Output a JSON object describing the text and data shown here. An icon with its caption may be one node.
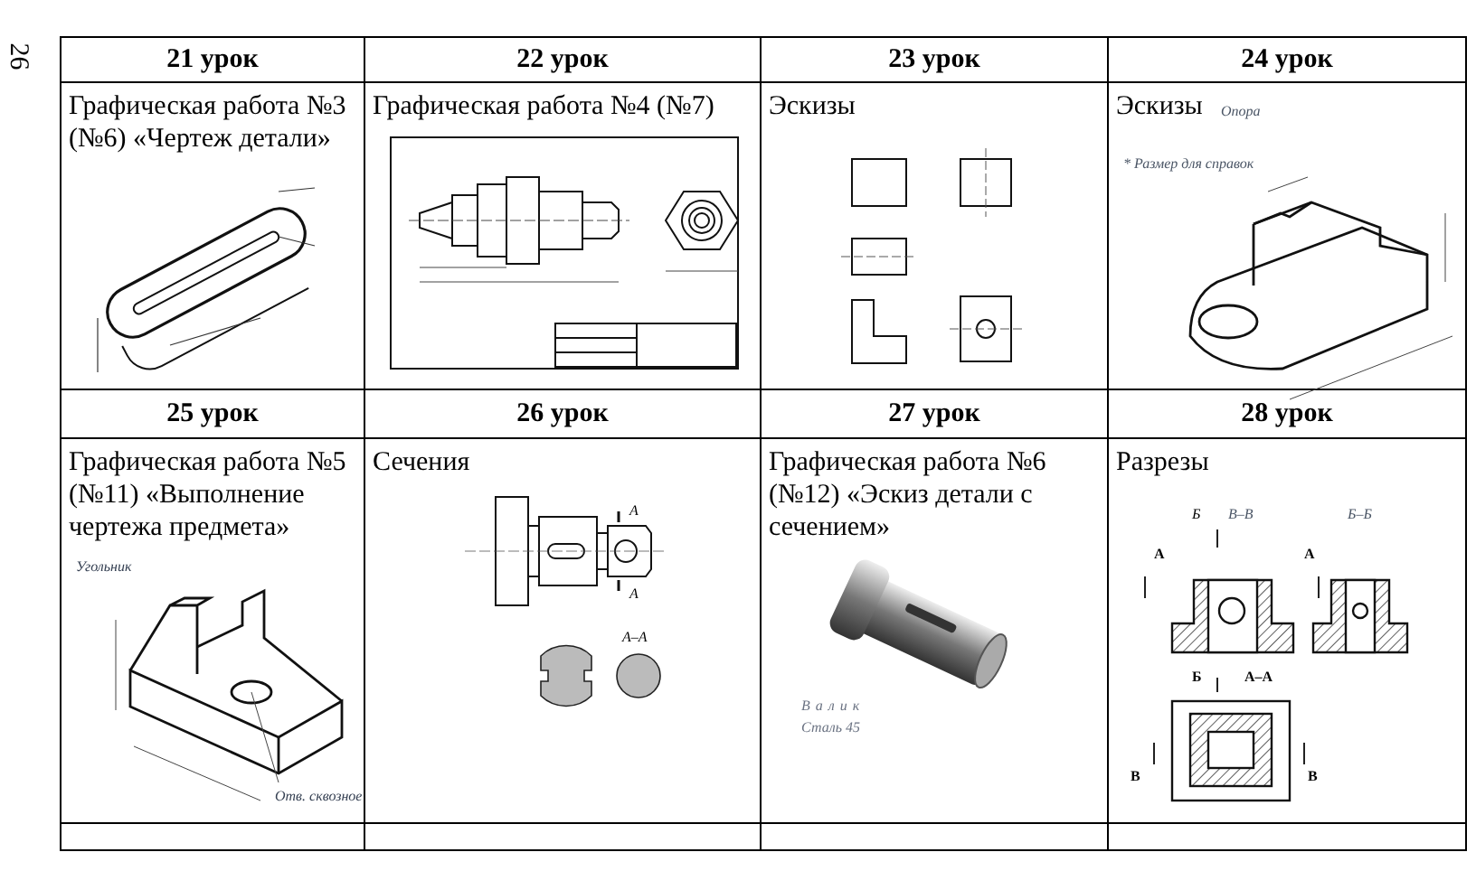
{
  "diagram": {
    "labels": [
      "26",
      "21 урок",
      "22 урок",
      "23 урок",
      "24 урок",
      "Графическая работа №3 (№6) «Чертеж детали»",
      "Графическая работа №4 (№7)",
      "Эскизы",
      "Эскизы",
      "Опора",
      "* Размер для справок",
      "25 урок",
      "26 урок",
      "27 урок",
      "28 урок",
      "Графическая работа №5 (№11) «Выполнение чертежа предмета»",
      "Сечения",
      "Графическая работа №6 (№12) «Эскиз детали с сечением»",
      "Разрезы",
      "Угольник",
      "Отв. сквозное",
      "А",
      "А",
      "А–А",
      "Валик",
      "Сталь 45",
      "Б",
      "В–В",
      "Б–Б",
      "А",
      "А",
      "Б",
      "А–А",
      "В",
      "В"
    ]
  }
}
